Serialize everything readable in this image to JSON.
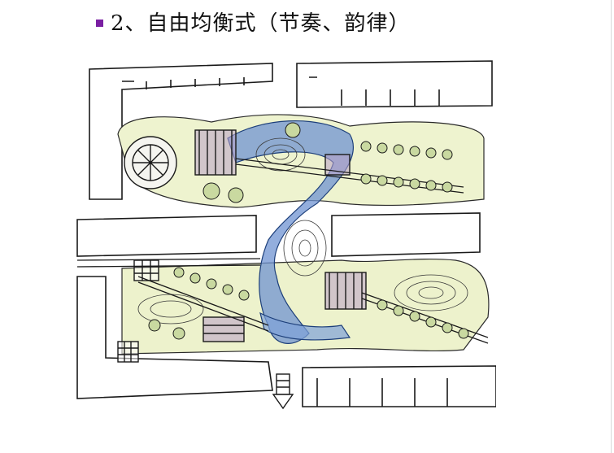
{
  "slide": {
    "heading": "2、自由均衡式（节奏、韵律）"
  },
  "colors": {
    "bullet": "#7a1fa2",
    "water": "#5b86c9",
    "lawn": "#e9efc0",
    "ink": "#1a1a1a"
  },
  "plan": {
    "kind": "hand-drawn landscape site plan",
    "elements": [
      "building-blocks",
      "water-channel",
      "lawn-zones",
      "pergolas",
      "tree-rows",
      "paths",
      "entrance-arrow"
    ]
  }
}
